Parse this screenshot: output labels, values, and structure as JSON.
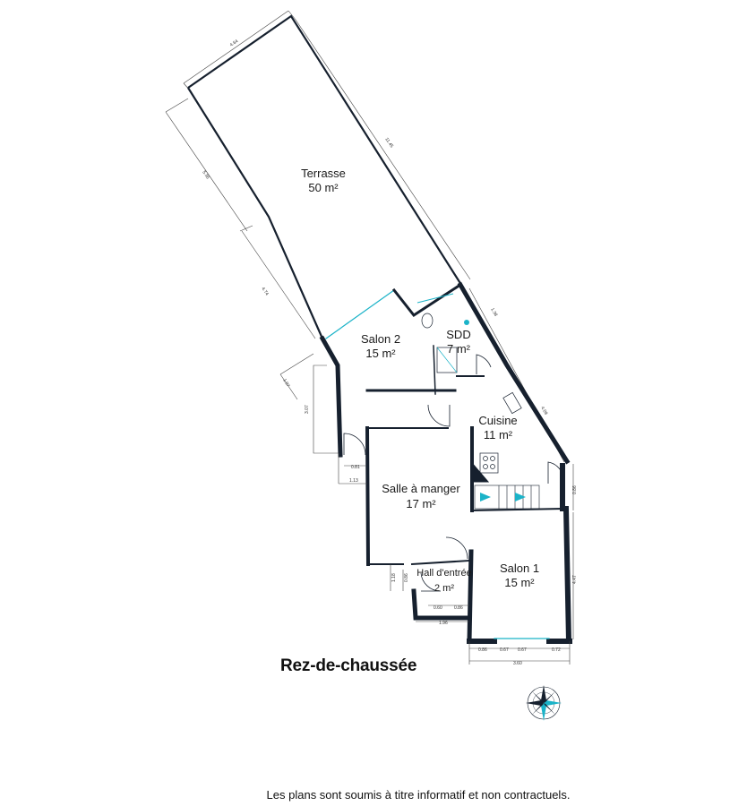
{
  "plan": {
    "floor_title": "Rez-de-chaussée",
    "disclaimer": "Les plans sont soumis à titre informatif et non contractuels.",
    "rooms": {
      "terrasse": {
        "name": "Terrasse",
        "area": "50 m²"
      },
      "salon2": {
        "name": "Salon 2",
        "area": "15 m²"
      },
      "sdd": {
        "name": "SDD",
        "area": "7 m²"
      },
      "cuisine": {
        "name": "Cuisine",
        "area": "11 m²"
      },
      "salle_a_manger": {
        "name": "Salle à manger",
        "area": "17 m²"
      },
      "hall": {
        "name": "Hall d'entrée",
        "area": "2 m²"
      },
      "salon1": {
        "name": "Salon 1",
        "area": "15 m²"
      }
    },
    "dimensions": {
      "terrasse_top": "4.64",
      "terrasse_long": "11.45",
      "terrasse_left": "5.36",
      "terrasse_left_lower": "4.74",
      "sdd_side": "1.38",
      "cuisine_side": "4.09",
      "salon2_left": "3.07",
      "salon2_corner": "1.07",
      "salle_door": "0.81",
      "salle_width": "1.13",
      "hall_height": "1.18",
      "hall_door": "0.86",
      "hall_bottom_a": "0.60",
      "hall_bottom_b": "0.86",
      "hall_total": "1.96",
      "right_top": "0.86",
      "right_main": "4.47",
      "bottom_a": "0.86",
      "bottom_b": "0.67",
      "bottom_c": "0.67",
      "bottom_d": "0.72",
      "bottom_total": "3.60"
    },
    "compass": {
      "icon": "compass-rose-icon"
    },
    "colors": {
      "walls": "#16202e",
      "fixtures": "#1bb3c8",
      "lines": "#444444"
    }
  }
}
